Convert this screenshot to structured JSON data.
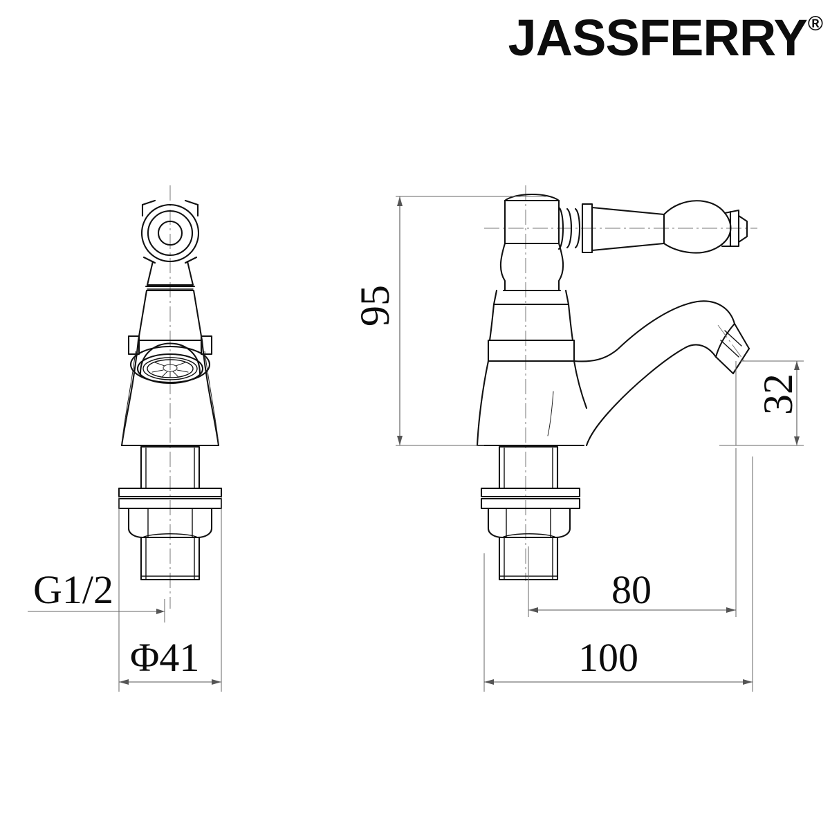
{
  "brand": {
    "name": "JASSFERRY",
    "registered_mark": "®"
  },
  "drawing": {
    "title": "Basin tap technical drawing",
    "views": [
      {
        "id": "front-view",
        "label": "front-view"
      },
      {
        "id": "side-view",
        "label": "side-view"
      }
    ]
  },
  "dimensions": {
    "height_95": "95",
    "spout_height_32": "32",
    "spout_reach_80": "80",
    "overall_depth_100": "100",
    "thread_size": "G1/2",
    "base_diameter": "Φ41"
  },
  "colors": {
    "background": "#ffffff",
    "outline": "#111111",
    "dimension_line": "#555555",
    "center_line": "#777777",
    "brand_text": "#0d0d0d"
  }
}
